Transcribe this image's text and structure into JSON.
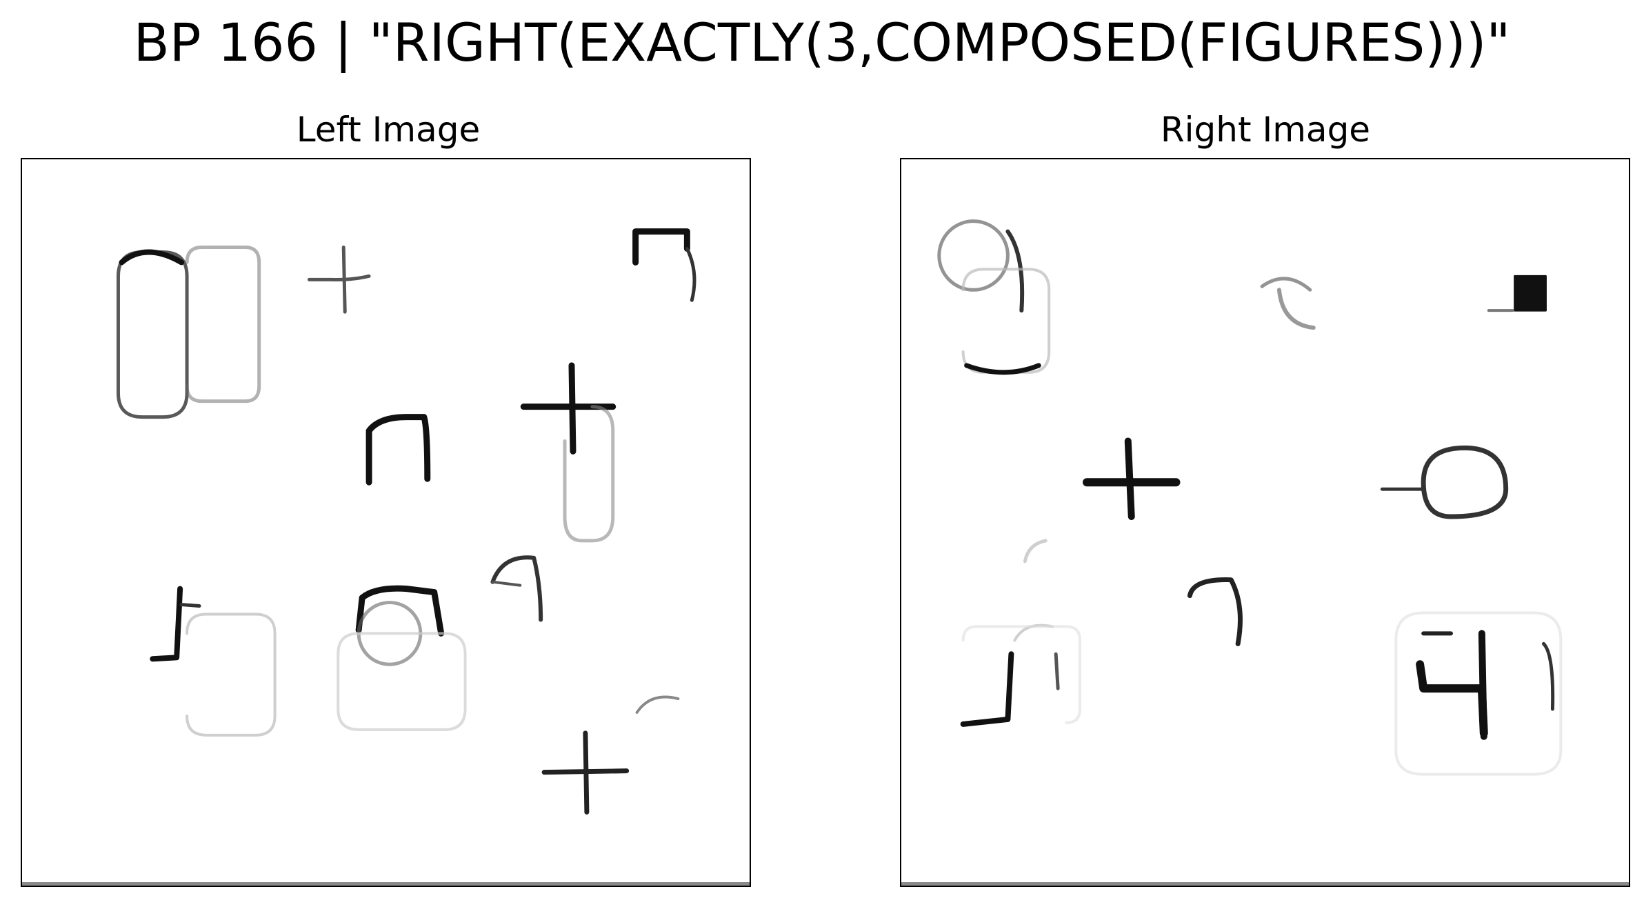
{
  "header": {
    "title": "BP 166 | \"RIGHT(EXACTLY(3,COMPOSED(FIGURES)))\""
  },
  "panels": [
    {
      "title": "Left Image"
    },
    {
      "title": "Right Image"
    }
  ]
}
